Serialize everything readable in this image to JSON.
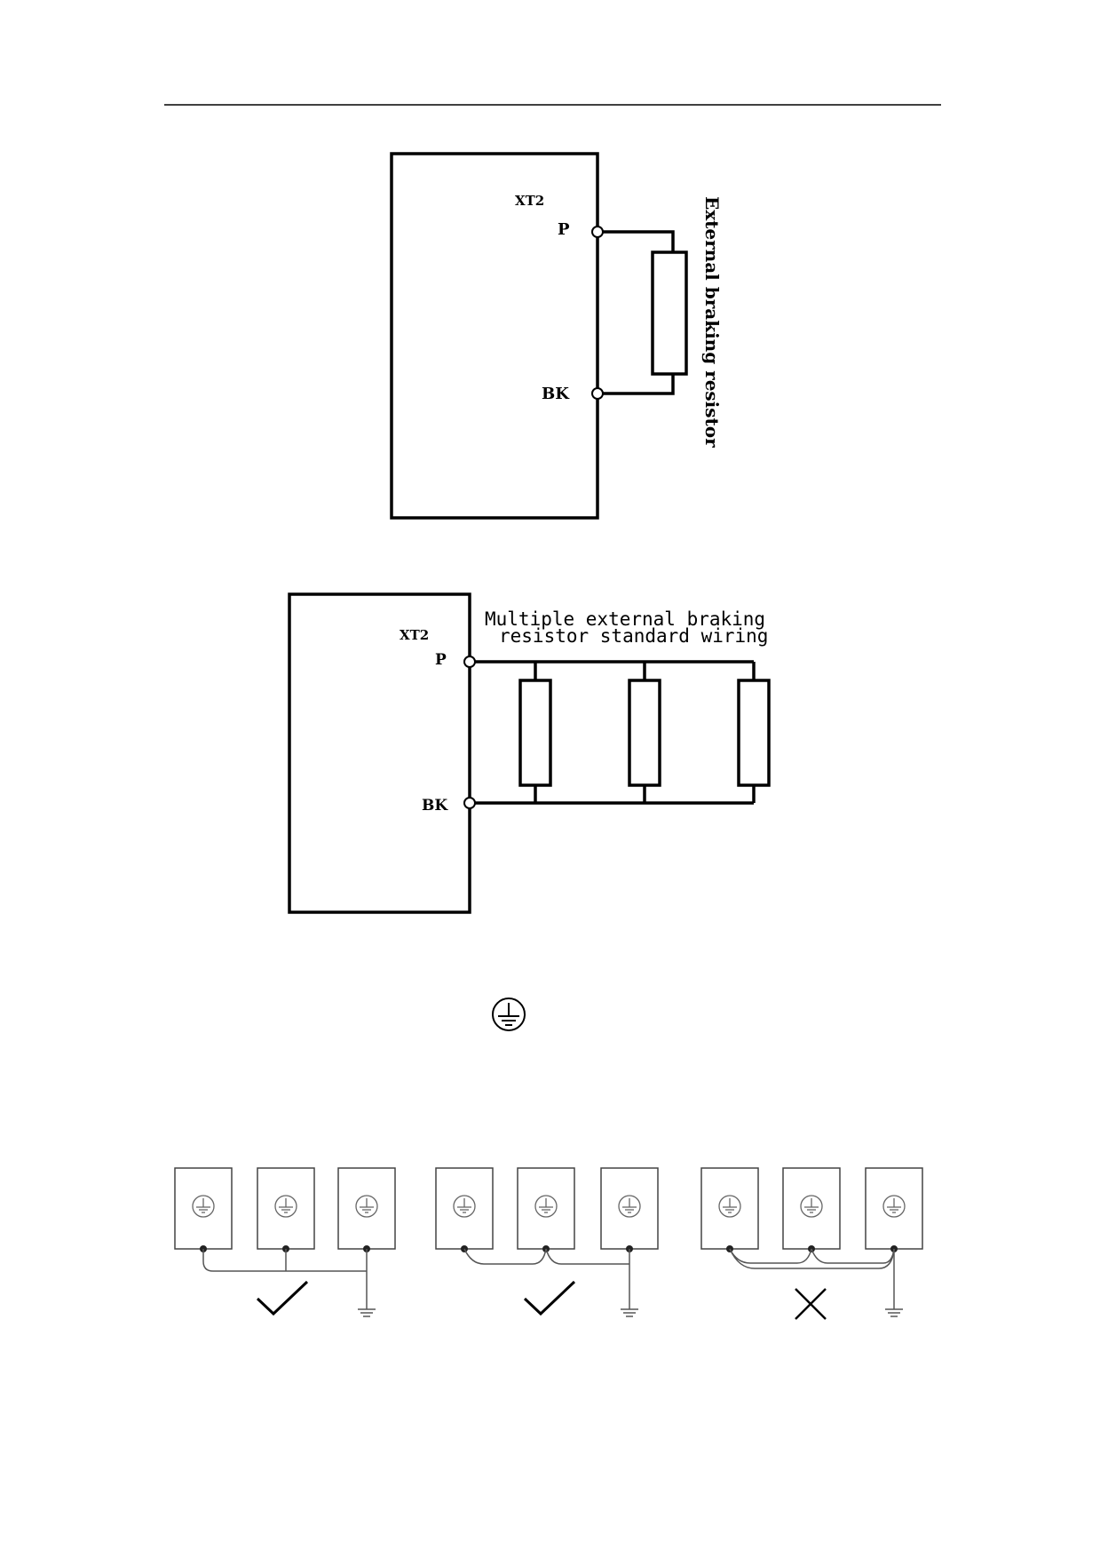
{
  "diagram1": {
    "terminal_block": "XT2",
    "terminal_p": "P",
    "terminal_bk": "BK",
    "caption": "External braking resistor"
  },
  "diagram2": {
    "terminal_block": "XT2",
    "terminal_p": "P",
    "terminal_bk": "BK",
    "caption_line1": "Multiple external braking",
    "caption_line2": "resistor standard wiring"
  },
  "grounding": {
    "symbol": "protective-earth-icon",
    "examples": [
      {
        "verdict": "check-mark-icon"
      },
      {
        "verdict": "check-mark-icon"
      },
      {
        "verdict": "cross-mark-icon"
      }
    ]
  },
  "colors": {
    "line": "#000000",
    "light_line": "#555555"
  }
}
